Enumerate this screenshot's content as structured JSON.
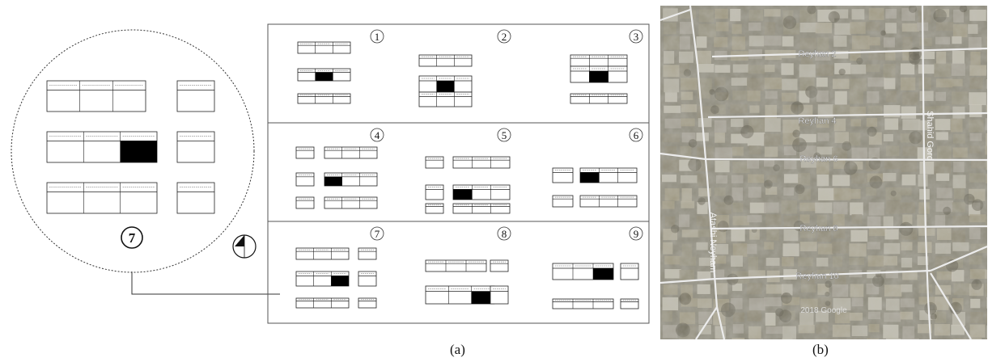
{
  "figure": {
    "caption_a": "(a)",
    "caption_b": "(b)"
  },
  "zoom": {
    "label": "7"
  },
  "grid": {
    "cells": [
      {
        "num": "1"
      },
      {
        "num": "2"
      },
      {
        "num": "3"
      },
      {
        "num": "4"
      },
      {
        "num": "5"
      },
      {
        "num": "6"
      },
      {
        "num": "7"
      },
      {
        "num": "8"
      },
      {
        "num": "9"
      }
    ]
  },
  "map": {
    "streets": [
      "Reyhan 2",
      "Reyhan 4",
      "Reyhan 6",
      "Reyhan 8",
      "Reyhan 10"
    ],
    "avenue_right": "Shahid Gord",
    "avenue_left": "Atashi Neyham",
    "watermark": "2018 Google"
  },
  "colors": {
    "ink": "#111111",
    "block_fill": "#000000",
    "map_base": "#8d8a7c",
    "road": "#e8e8e8"
  }
}
